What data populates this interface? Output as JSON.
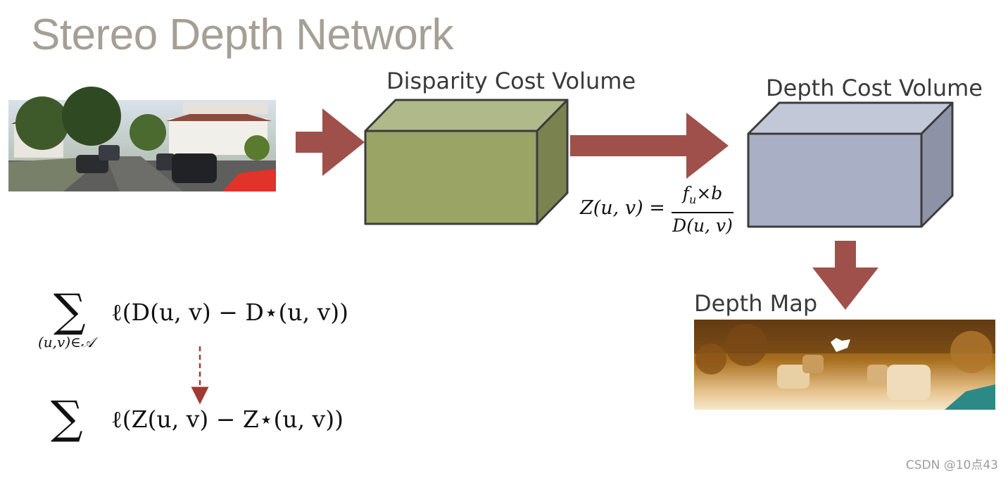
{
  "slide": {
    "title": "Stereo Depth Network",
    "disparity_label": "Disparity Cost Volume",
    "depth_volume_label": "Depth Cost Volume",
    "depth_map_label": "Depth Map",
    "watermark": "CSDN @10点43"
  },
  "equation": {
    "lhs": "Z(u, v) =",
    "numerator": "f",
    "numerator_sub": "u",
    "numerator_rest": "×b",
    "denominator": "D(u, v)"
  },
  "loss_disparity": {
    "symbol": "∑",
    "subscript": "(u,v)∈𝒜",
    "expression": "ℓ(D(u, v) − D⋆(u, v))"
  },
  "loss_depth": {
    "symbol": "∑",
    "expression": "ℓ(Z(u, v) − Z⋆(u, v))"
  },
  "colors": {
    "title": "#a59f94",
    "arrow": "#a0504a",
    "disparity_front": "#9aa565",
    "disparity_top": "#b0b98a",
    "disparity_side": "#7a8350",
    "depth_front": "#a9b0c6",
    "depth_top": "#c3c8d8",
    "depth_side": "#8d92a6",
    "dashed_arrow": "#a03a32"
  }
}
